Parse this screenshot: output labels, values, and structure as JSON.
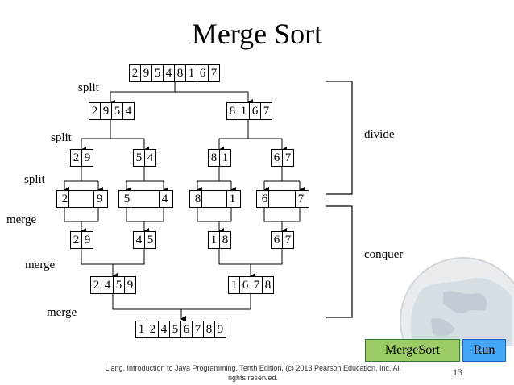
{
  "title": "Merge Sort",
  "row_labels": {
    "split1": "split",
    "split2": "split",
    "split3": "split",
    "merge1": "merge",
    "merge2": "merge",
    "merge3": "merge"
  },
  "side_labels": {
    "divide": "divide",
    "conquer": "conquer"
  },
  "arrays": {
    "root": [
      "2",
      "9",
      "5",
      "4",
      "8",
      "1",
      "6",
      "7"
    ],
    "l1_left": [
      "2",
      "9",
      "5",
      "4"
    ],
    "l1_right": [
      "8",
      "1",
      "6",
      "7"
    ],
    "l2_a": [
      "2",
      "9"
    ],
    "l2_b": [
      "5",
      "4"
    ],
    "l2_c": [
      "8",
      "1"
    ],
    "l2_d": [
      "6",
      "7"
    ],
    "l3": [
      "2",
      "9",
      "5",
      "4",
      "8",
      "1",
      "6",
      "7"
    ],
    "m1_a": [
      "2",
      "9"
    ],
    "m1_b": [
      "4",
      "5"
    ],
    "m1_c": [
      "1",
      "8"
    ],
    "m1_d": [
      "6",
      "7"
    ],
    "m2_left": [
      "2",
      "4",
      "5",
      "9"
    ],
    "m2_right": [
      "1",
      "6",
      "7",
      "8"
    ],
    "result": [
      "1",
      "2",
      "4",
      "5",
      "6",
      "7",
      "8",
      "9"
    ]
  },
  "buttons": {
    "mergesort": "MergeSort",
    "run": "Run"
  },
  "colors": {
    "mergesort_bg": "#9ccc65",
    "run_bg": "#42a5f5"
  },
  "footer": {
    "line1": "Liang, Introduction to Java Programming, Tenth Edition, (c) 2013 Pearson Education, Inc. All",
    "line2": "rights reserved."
  },
  "page_number": "13"
}
